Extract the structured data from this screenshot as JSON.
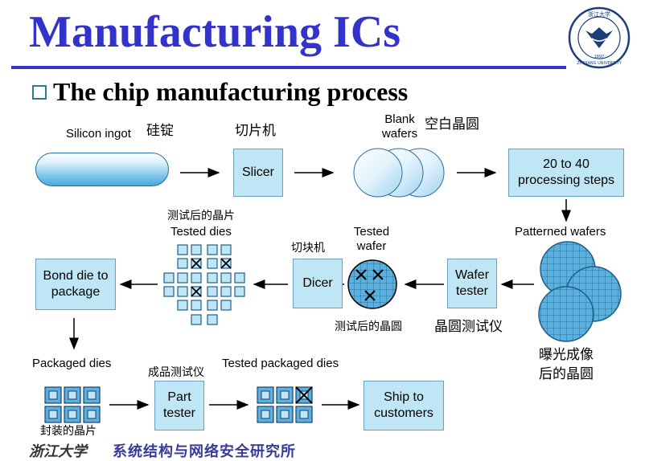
{
  "title": "Manufacturing ICs",
  "subtitle": "The chip manufacturing process",
  "labels": {
    "silicon_ingot": "Silicon ingot",
    "silicon_ingot_cn": "硅锭",
    "slicer_cn": "切片机",
    "blank_wafers": "Blank\nwafers",
    "blank_wafers_cn": "空白晶圆",
    "tested_dies_cn": "测试后的晶片",
    "tested_dies": "Tested dies",
    "dicer_cn": "切块机",
    "tested_wafer": "Tested\nwafer",
    "patterned_wafers": "Patterned wafers",
    "tested_wafer_cn": "测试后的晶圆",
    "wafer_tester_cn": "晶圆测试仪",
    "patterned_wafers_cn": "曝光成像\n后的晶圆",
    "packaged_dies": "Packaged dies",
    "part_tester_cn": "成品测试仪",
    "tested_packaged_dies": "Tested packaged dies",
    "packaged_dies_cn": "封装的晶片"
  },
  "boxes": {
    "slicer": "Slicer",
    "processing": "20 to 40\nprocessing steps",
    "wafer_tester": "Wafer\ntester",
    "dicer": "Dicer",
    "bond": "Bond die to\npackage",
    "part_tester": "Part\ntester",
    "ship": "Ship to\ncustomers"
  },
  "footer": {
    "university_script": "浙江大学",
    "lab": "系统结构与网络安全研究所"
  },
  "logo": {
    "university": "ZHEJIANG UNIVERSITY",
    "year": "1897",
    "cn": "浙江大学"
  },
  "colors": {
    "title": "#3333cc",
    "box_fill": "#bfe6f5",
    "wafer_blue": "#5ab0de",
    "bullet": "#2a7e8c"
  }
}
